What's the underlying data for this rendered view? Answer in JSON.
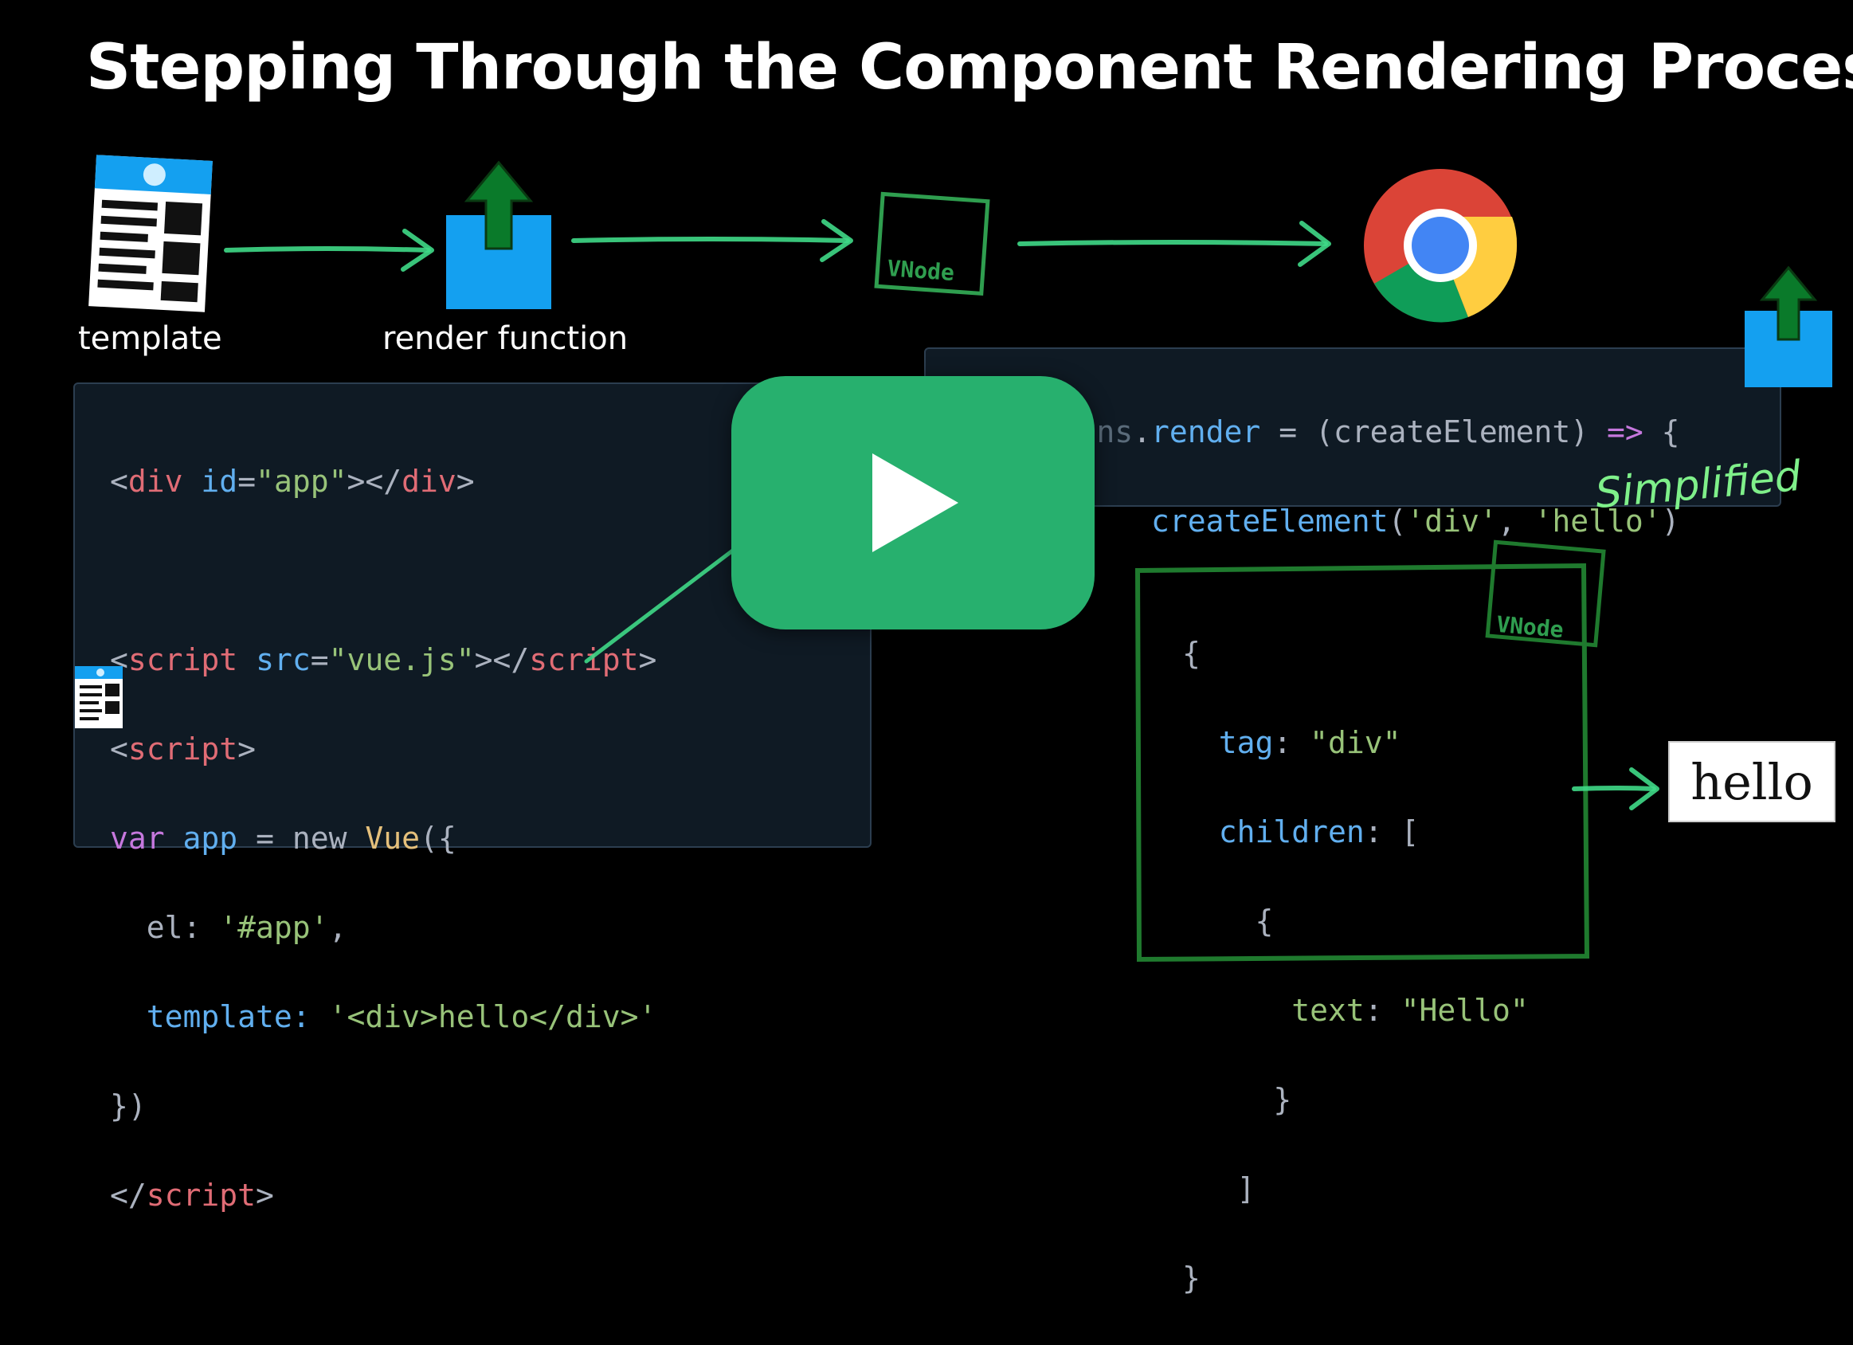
{
  "title": "Stepping Through the Component Rendering Process",
  "captions": {
    "template": "template",
    "render_function": "render function"
  },
  "vnode_label": "VNode",
  "simplified_note": "Simplified",
  "hello_output": "hello",
  "template_code": {
    "line1": {
      "open": "<",
      "tag": "div",
      "attr": "id",
      "eq": "=",
      "val": "\"app\"",
      "close1": "></",
      "tag2": "div",
      "close2": ">"
    },
    "line3": {
      "open": "<",
      "tag": "script",
      "attr": "src",
      "eq": "=",
      "val": "\"vue.js\"",
      "close1": "></",
      "tag2": "script",
      "close2": ">"
    },
    "line4": {
      "open": "<",
      "tag": "script",
      "close": ">"
    },
    "line5": {
      "kw": "var",
      "name": "app",
      "eq": "=",
      "kw2": "new",
      "cls": "Vue",
      "rest": "({"
    },
    "line6": {
      "key": "el:",
      "val": "'#app'",
      "comma": ","
    },
    "line7": {
      "key": "template:",
      "val": "'<div>hello</div>'"
    },
    "line8": "})",
    "line9": {
      "open": "</",
      "tag": "script",
      "close": ">"
    }
  },
  "render_code": {
    "line1_prefix": "options",
    "line1_dot": ".",
    "line1_prop": "render",
    "line1_rest": " = (createElement) ",
    "line1_arrow": "=>",
    "line1_brace": " {",
    "line2_fn": "createElement",
    "line2_open": "(",
    "line2_arg1": "'div'",
    "line2_comma": ", ",
    "line2_arg2": "'hello'",
    "line2_close": ")"
  },
  "vnode_code": {
    "l1": "{",
    "l2_key": "tag",
    "l2_colon": ": ",
    "l2_val": "\"div\"",
    "l3_key": "children",
    "l3_rest": ": [",
    "l4": "{",
    "l5_key": "text",
    "l5_colon": ": ",
    "l5_val": "\"Hello\"",
    "l6": "}",
    "l7": "]",
    "l8": "}"
  },
  "colors": {
    "accent_green": "#3fd987",
    "play_button": "#27b06e",
    "icon_blue": "#14a0f0"
  },
  "icons": [
    "template-document-icon",
    "render-function-upload-icon",
    "vnode-box-icon",
    "chrome-browser-icon",
    "play-icon"
  ]
}
